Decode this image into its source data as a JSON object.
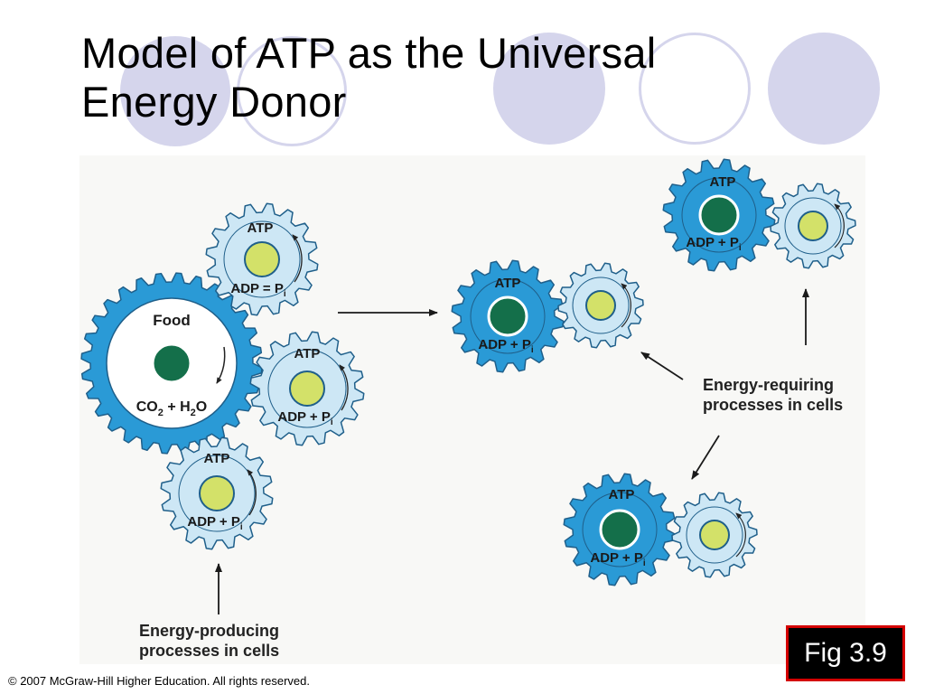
{
  "slide": {
    "title_line1": "Model of ATP as the Universal",
    "title_line2": "Energy Donor",
    "figure_label": "Fig 3.9",
    "copyright": "© 2007 McGraw-Hill Higher Education. All rights reserved."
  },
  "diagram": {
    "colors": {
      "dark_gear": "#2a9ad6",
      "light_gear": "#cde7f5",
      "gear_outline": "#1f5f8a",
      "dark_core": "#146f4a",
      "light_core": "#d3e169"
    },
    "food_gear": {
      "top_label": "Food",
      "bottom_label_co": "CO",
      "bottom_label_sub2": "2",
      "bottom_label_plus_h": " + H",
      "bottom_label_sub2b": "2",
      "bottom_label_o": "O"
    },
    "left_gears": [
      {
        "top": "ATP",
        "bottom": "ADP = P",
        "sub": "i"
      },
      {
        "top": "ATP",
        "bottom": "ADP + P",
        "sub": "i"
      },
      {
        "top": "ATP",
        "bottom": "ADP + P",
        "sub": "i"
      }
    ],
    "right_gears": [
      {
        "top": "ATP",
        "bottom": "ADP + P",
        "sub": "i"
      },
      {
        "top": "ATP",
        "bottom": "ADP + P",
        "sub": "i"
      },
      {
        "top": "ATP",
        "bottom": "ADP + P",
        "sub": "i"
      }
    ],
    "energy_producing": {
      "line1": "Energy-producing",
      "line2": "processes in cells"
    },
    "energy_requiring": {
      "line1": "Energy-requiring",
      "line2": "processes in cells"
    }
  }
}
